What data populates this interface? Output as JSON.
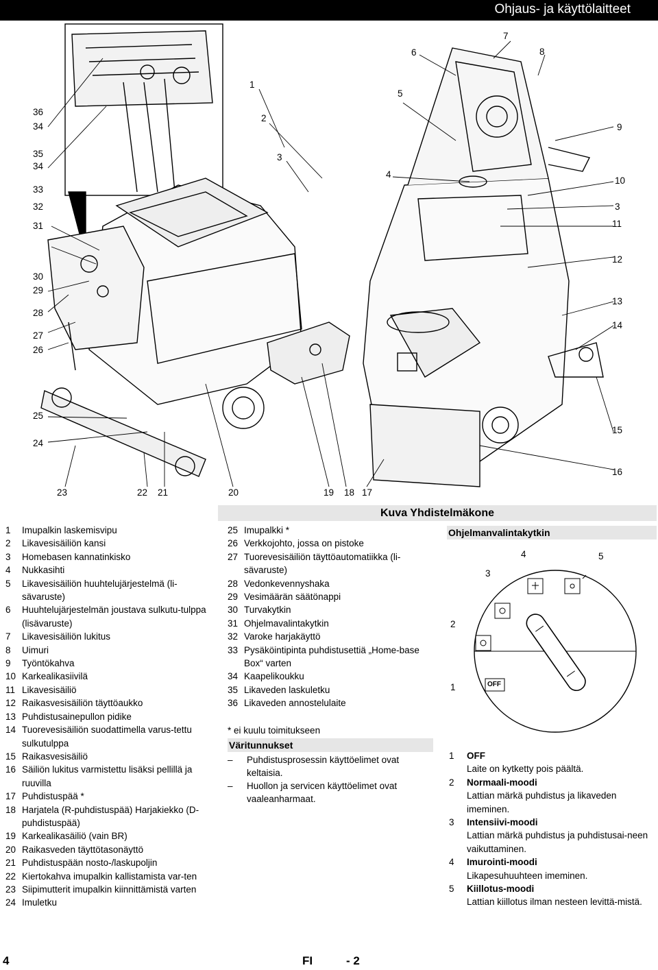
{
  "header": {
    "title": "Ohjaus- ja käyttölaitteet"
  },
  "figure": {
    "callouts_left": [
      "36",
      "34",
      "35",
      "34",
      "33",
      "32",
      "31",
      "30",
      "29",
      "28",
      "27",
      "26",
      "25",
      "24"
    ],
    "callouts_right": [
      "9",
      "10",
      "3",
      "11",
      "12",
      "13",
      "14",
      "15",
      "16"
    ],
    "callouts_top": [
      "1",
      "2",
      "3",
      "4",
      "5",
      "6",
      "7",
      "8"
    ],
    "callouts_bottom": [
      "23",
      "22",
      "21",
      "20",
      "19",
      "18",
      "17"
    ],
    "caption": "Kuva Yhdistelmäkone"
  },
  "legend_left": [
    {
      "n": "1",
      "t": "Imupalkin laskemisvipu"
    },
    {
      "n": "2",
      "t": "Likavesisäiliön kansi"
    },
    {
      "n": "3",
      "t": "Homebasen kannatinkisko"
    },
    {
      "n": "4",
      "t": "Nukkasihti"
    },
    {
      "n": "5",
      "t": "Likavesisäiliön huuhtelujärjestelmä (li-sävaruste)"
    },
    {
      "n": "6",
      "t": "Huuhtelujärjestelmän joustava sulkutu-tulppa (lisävaruste)"
    },
    {
      "n": "7",
      "t": "Likavesisäiliön lukitus"
    },
    {
      "n": "8",
      "t": "Uimuri"
    },
    {
      "n": "9",
      "t": "Työntökahva"
    },
    {
      "n": "10",
      "t": "Karkealikasiivilä"
    },
    {
      "n": "11",
      "t": "Likavesisäiliö"
    },
    {
      "n": "12",
      "t": "Raikasvesisäiliön täyttöaukko"
    },
    {
      "n": "13",
      "t": "Puhdistusainepullon pidike"
    },
    {
      "n": "14",
      "t": "Tuorevesisäiliön suodattimella varus-tettu sulkutulppa"
    },
    {
      "n": "15",
      "t": "Raikasvesisäiliö"
    },
    {
      "n": "16",
      "t": "Säiliön lukitus varmistettu lisäksi pellillä ja ruuvilla"
    },
    {
      "n": "17",
      "t": "Puhdistuspää *"
    },
    {
      "n": "18",
      "t": "Harjatela (R-puhdistuspää) Harjakiekko (D-puhdistuspää)"
    },
    {
      "n": "19",
      "t": "Karkealikasäiliö (vain BR)"
    },
    {
      "n": "20",
      "t": "Raikasveden täyttötasonäyttö"
    },
    {
      "n": "21",
      "t": "Puhdistuspään nosto-/laskupoljin"
    },
    {
      "n": "22",
      "t": "Kiertokahva imupalkin kallistamista var-ten"
    },
    {
      "n": "23",
      "t": "Siipimutterit imupalkin kiinnittämistä varten"
    },
    {
      "n": "24",
      "t": "Imuletku"
    }
  ],
  "legend_mid": [
    {
      "n": "25",
      "t": "Imupalkki *"
    },
    {
      "n": "26",
      "t": "Verkkojohto, jossa on pistoke"
    },
    {
      "n": "27",
      "t": "Tuorevesisäiliön täyttöautomatiikka (li-sävaruste)"
    },
    {
      "n": "28",
      "t": "Vedonkevennyshaka"
    },
    {
      "n": "29",
      "t": "Vesimäärän säätönappi"
    },
    {
      "n": "30",
      "t": "Turvakytkin"
    },
    {
      "n": "31",
      "t": "Ohjelmavalintakytkin"
    },
    {
      "n": "32",
      "t": "Varoke harjakäyttö"
    },
    {
      "n": "33",
      "t": "Pysäköintipinta puhdistusettiä „Home-base Box“ varten"
    },
    {
      "n": "34",
      "t": "Kaapelikoukku"
    },
    {
      "n": "35",
      "t": "Likaveden laskuletku"
    },
    {
      "n": "36",
      "t": "Likaveden annostelulaite"
    }
  ],
  "footnote": "* ei kuulu toimitukseen",
  "colors_section": {
    "title": "Väritunnukset",
    "dash": "–",
    "items": [
      "Puhdistusprosessin käyttöelimet ovat keltaisia.",
      "Huollon ja servicen käyttöelimet ovat vaaleanharmaat."
    ]
  },
  "switch_section": {
    "title": "Ohjelmanvalintakytkin",
    "dial_labels": [
      "1",
      "2",
      "3",
      "4",
      "5"
    ],
    "off_label": "OFF"
  },
  "modes": [
    {
      "n": "1",
      "title": "OFF",
      "desc": "Laite on kytketty pois päältä."
    },
    {
      "n": "2",
      "title": "Normaali-moodi",
      "desc": "Lattian märkä puhdistus ja likaveden imeminen."
    },
    {
      "n": "3",
      "title": "Intensiivi-moodi",
      "desc": "Lattian märkä puhdistus ja puhdistusai-neen vaikuttaminen."
    },
    {
      "n": "4",
      "title": "Imurointi-moodi",
      "desc": "Likapesuhuuhteen imeminen."
    },
    {
      "n": "5",
      "title": "Kiillotus-moodi",
      "desc": "Lattian kiillotus ilman nesteen levittä-mistä."
    }
  ],
  "footer": {
    "page_left": "4",
    "lang": "FI",
    "page_right": "- 2"
  }
}
